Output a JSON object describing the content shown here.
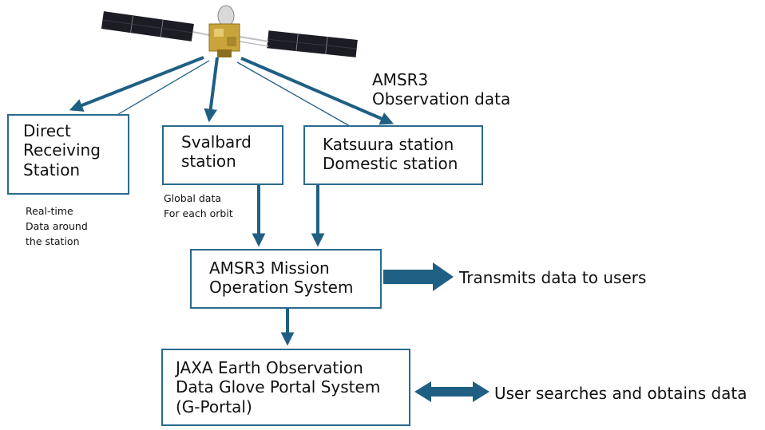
{
  "colors": {
    "arrow": "#1f5f84",
    "box_border": "#2a6a8e",
    "panel": "#1c1c24",
    "body_gold": "#c9a43a"
  },
  "icons": {
    "satellite": "satellite-icon"
  },
  "labels": {
    "downlink": "AMSR3\nObservation data",
    "direct_note": "Real-time\nData around\nthe station",
    "svalbard_note": "Global data\nFor each orbit",
    "transmit": "Transmits data to users",
    "user_search": "User searches and obtains data"
  },
  "boxes": {
    "direct": "Direct\nReceiving\nStation",
    "svalbard": "Svalbard\nstation",
    "katsuura": "Katsuura station\nDomestic station",
    "mission": "AMSR3 Mission\nOperation System",
    "gportal": "JAXA Earth Observation\nData Glove Portal System\n(G-Portal)"
  }
}
